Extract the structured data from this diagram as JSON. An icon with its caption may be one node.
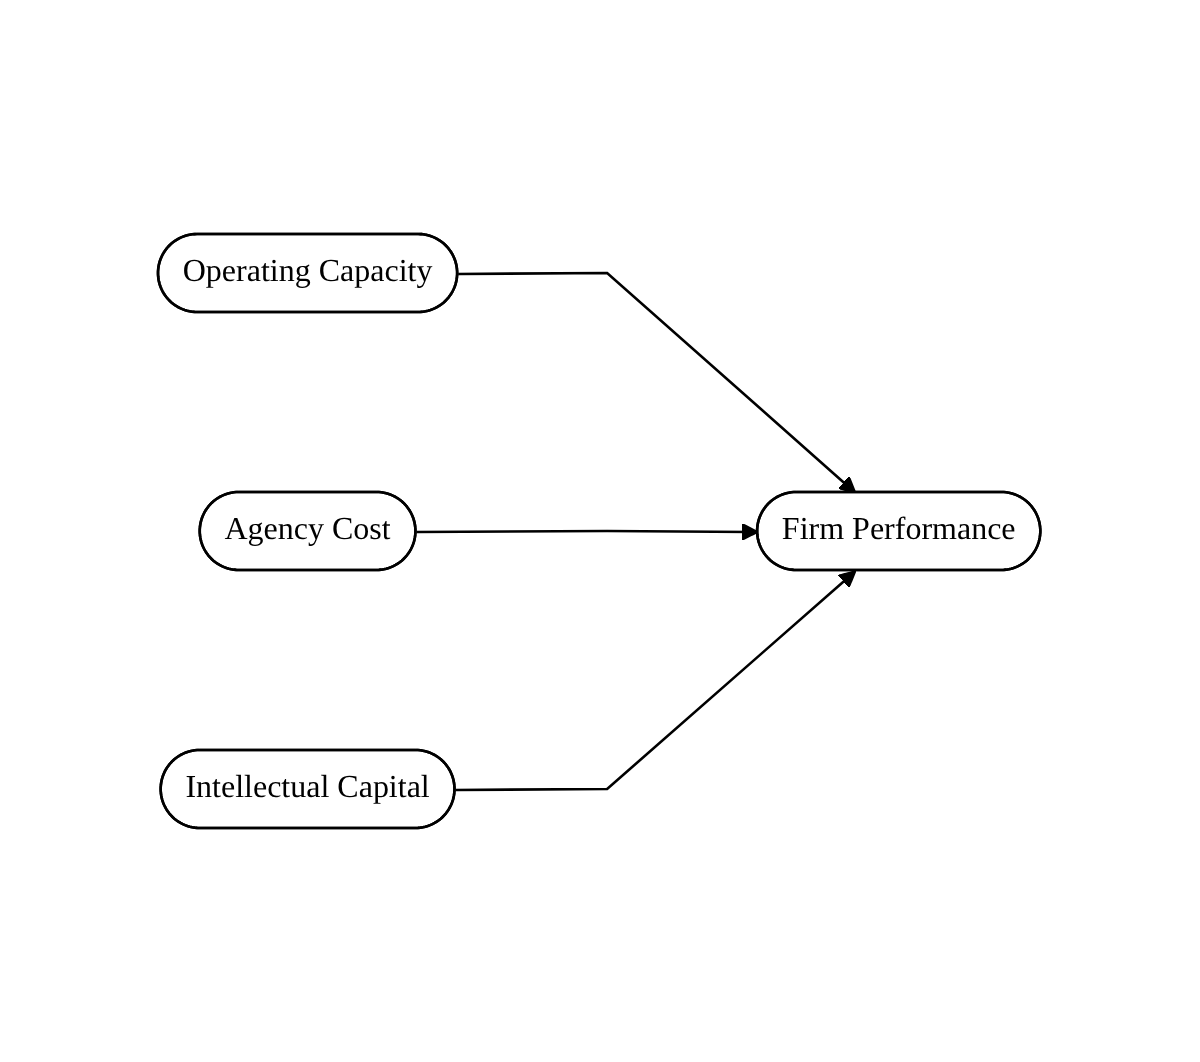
{
  "diagram": {
    "nodes": [
      {
        "text": [
          "Operating Capacity"
        ]
      },
      {
        "text": [
          "Agency Cost"
        ]
      },
      {
        "text": [
          "Intellectual Capital"
        ]
      },
      {
        "text": [
          "Firm Performance"
        ]
      }
    ],
    "edges": [
      {
        "from": 0,
        "to": 3,
        "arrow": "to"
      },
      {
        "from": 1,
        "to": 3,
        "arrow": "to"
      },
      {
        "from": 2,
        "to": 3,
        "arrow": "to"
      }
    ]
  }
}
